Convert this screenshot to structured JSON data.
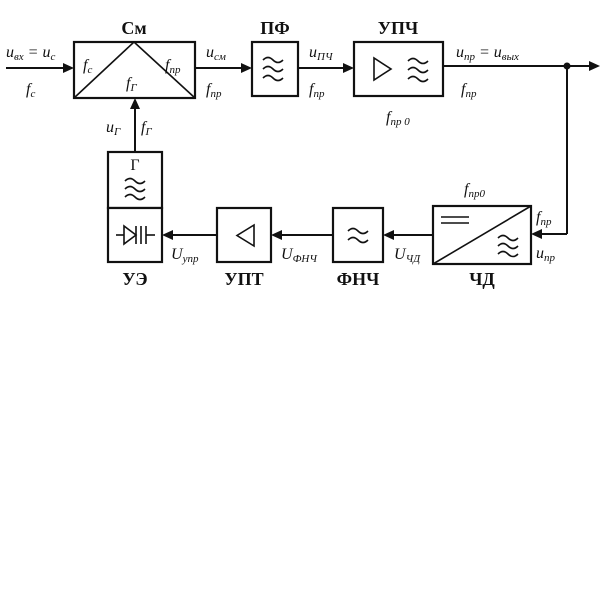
{
  "blocks": {
    "mixer": {
      "name": "См",
      "in_port": "f",
      "in_port_sub": "с",
      "out_port": "f",
      "out_port_sub": "пр",
      "lo_port": "f",
      "lo_port_sub": "Г"
    },
    "bandpass": {
      "name": "ПФ"
    },
    "if_amp": {
      "name": "УПЧ",
      "note": "f",
      "note_sub": "пр 0"
    },
    "detector": {
      "name": "ЧД",
      "note": "f",
      "note_sub": "пр0"
    },
    "lowpass": {
      "name": "ФНЧ"
    },
    "dc_amp": {
      "name": "УПТ"
    },
    "control": {
      "name": "УЭ",
      "gen": "Г"
    }
  },
  "signals": {
    "input_u": "u",
    "input_u_sub": "вх",
    "input_eq": " = ",
    "input_u2": "u",
    "input_u2_sub": "с",
    "input_f": "f",
    "input_f_sub": "с",
    "mix_u": "u",
    "mix_u_sub": "см",
    "mix_f": "f",
    "mix_f_sub": "пр",
    "pf_u": "u",
    "pf_u_sub": "ПЧ",
    "pf_f": "f",
    "pf_f_sub": "пр",
    "out_u": "u",
    "out_u_sub": "пр",
    "out_eq": " = ",
    "out_u2": "u",
    "out_u2_sub": "вых",
    "out_f": "f",
    "out_f_sub": "пр",
    "det_f": "f",
    "det_f_sub": "пр",
    "det_u": "u",
    "det_u_sub": "пр",
    "ucd": "U",
    "ucd_sub": "ЧД",
    "ufnc": "U",
    "ufnc_sub": "ФНЧ",
    "uupr": "U",
    "uupr_sub": "упр",
    "ug": "u",
    "ug_sub": "Г",
    "fg": "f",
    "fg_sub": "Г"
  }
}
